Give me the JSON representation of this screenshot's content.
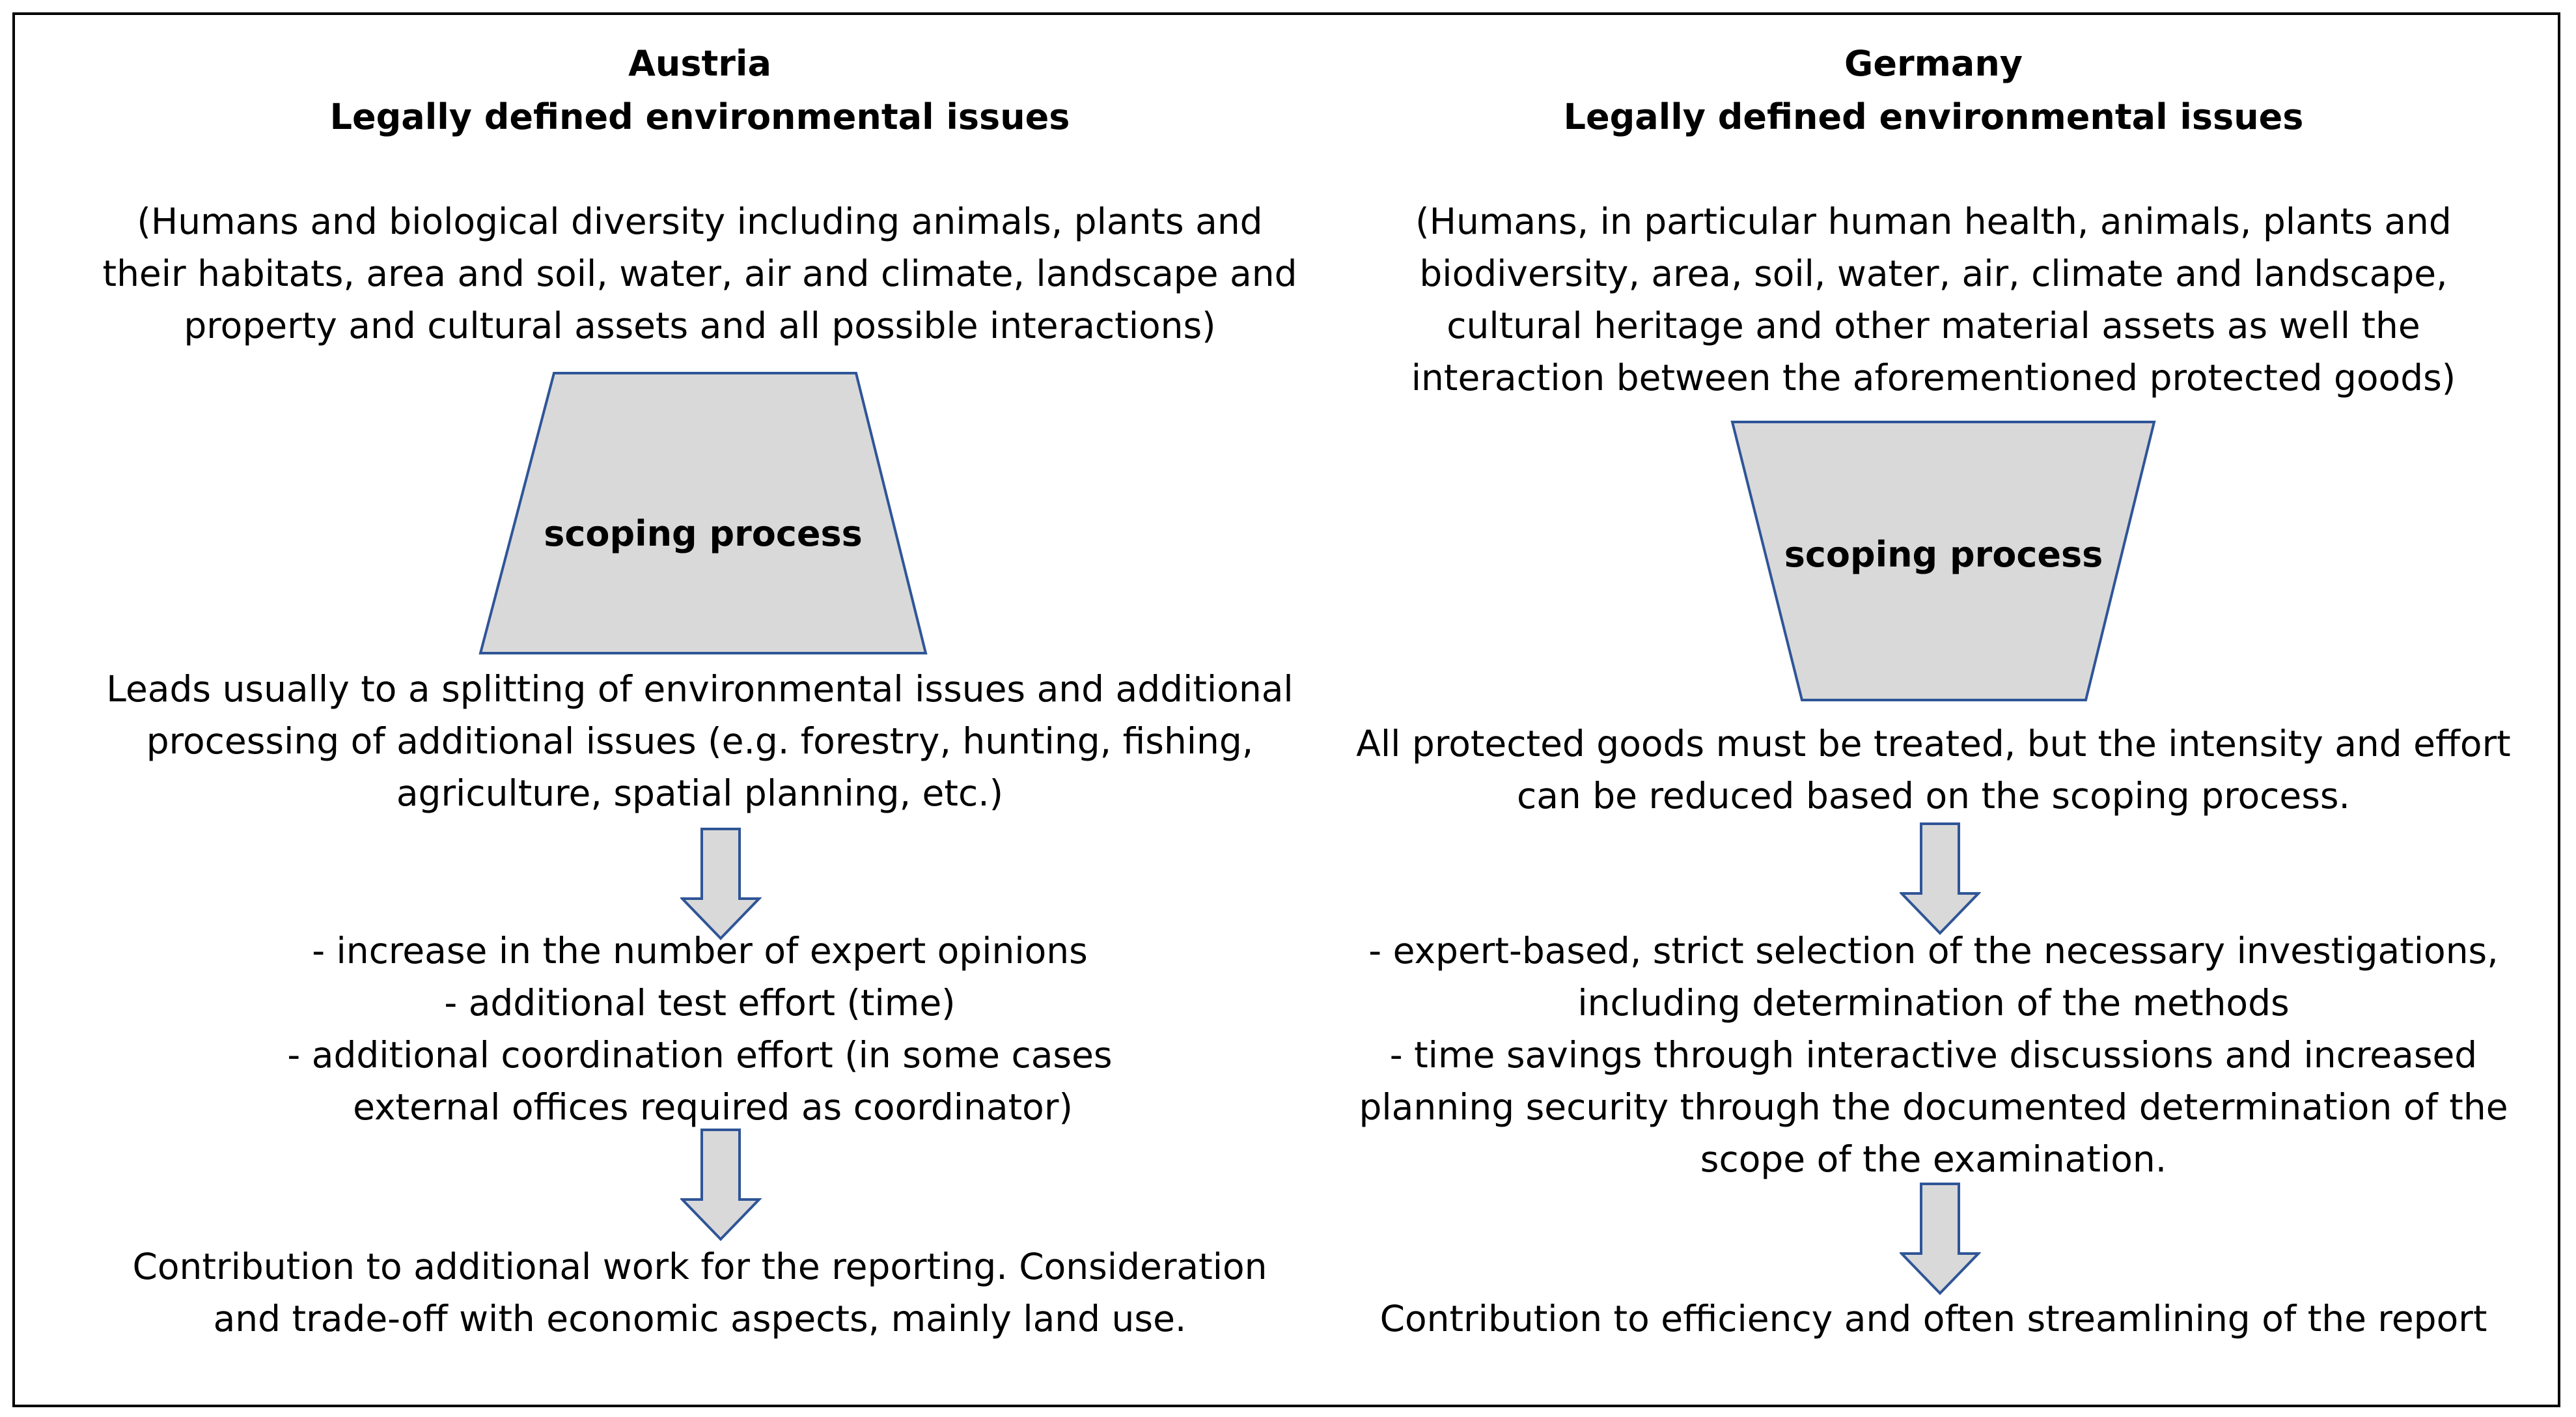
{
  "austria": {
    "title": "Austria",
    "subtitle": "Legally defined environmental issues",
    "issues": "(Humans and biological diversity including animals, plants and their habitats, area and soil, water, air and climate, landscape and property and cultural assets and all possible interactions)",
    "scoping_label": "scoping process",
    "leads": "Leads usually to a splitting of environmental issues and additional processing of additional issues (e.g. forestry, hunting, fishing, agriculture, spatial planning, etc.)",
    "consequences": [
      "- increase in the number of expert opinions",
      "- additional test effort (time)",
      "- additional coordination effort (in some cases",
      "external offices required as coordinator)"
    ],
    "result": "Contribution to additional work for the reporting. Consideration and trade-off with economic aspects, mainly land use."
  },
  "germany": {
    "title": "Germany",
    "subtitle": "Legally defined environmental issues",
    "issues": "(Humans, in particular human health, animals, plants and biodiversity, area, soil, water, air, climate and landscape, cultural heritage and other material assets as well the interaction between the aforementioned protected goods)",
    "scoping_label": "scoping process",
    "leads": "All protected goods must be treated, but the intensity and effort can be reduced based on the scoping process.",
    "consequences": [
      "- expert-based, strict selection of the necessary investigations,",
      "including determination of the methods",
      "- time savings through interactive discussions and increased",
      "planning security through the documented determination of the",
      "scope of the examination."
    ],
    "result": "Contribution to efficiency and often streamlining of the report"
  },
  "colors": {
    "shape_fill": "#d9d9d9",
    "shape_stroke": "#2f5597",
    "border": "#000000"
  }
}
